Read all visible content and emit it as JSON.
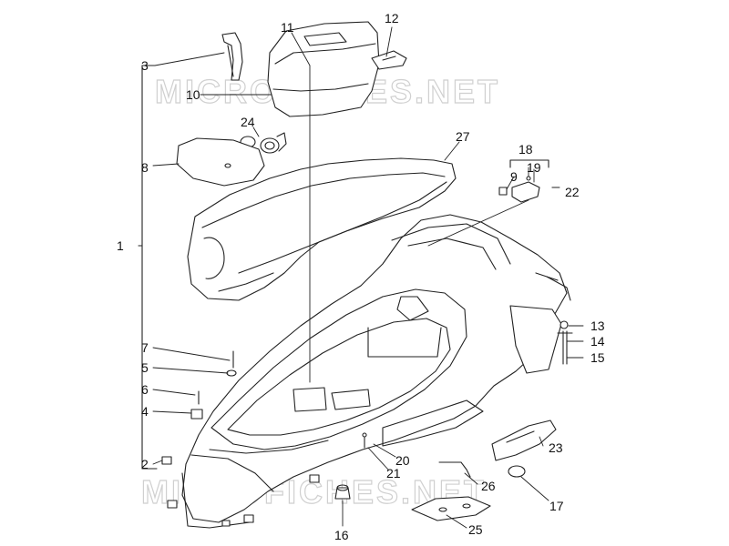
{
  "diagram": {
    "watermark": "MICROFICHES.NET",
    "callouts": {
      "c1": "1",
      "c2": "2",
      "c3": "3",
      "c4": "4",
      "c5": "5",
      "c6": "6",
      "c7": "7",
      "c8": "8",
      "c9": "9",
      "c10": "10",
      "c11": "11",
      "c12": "12",
      "c13": "13",
      "c14": "14",
      "c15": "15",
      "c16": "16",
      "c17": "17",
      "c18": "18",
      "c19": "19",
      "c20": "20",
      "c21": "21",
      "c22": "22",
      "c23": "23",
      "c24": "24",
      "c25": "25",
      "c26": "26",
      "c27": "27"
    }
  }
}
